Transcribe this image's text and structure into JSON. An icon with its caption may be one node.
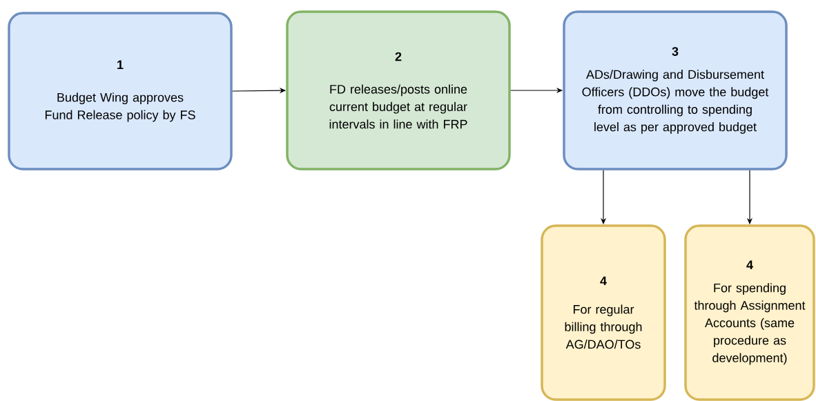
{
  "diagram": {
    "nodes": [
      {
        "text": [
          "1",
          "Budget Wing approves Fund Release policy by FS"
        ]
      },
      {
        "text": [
          "2",
          "FD releases/posts online current budget at regular intervals in line with FRP"
        ]
      },
      {
        "text": [
          "3",
          "ADs/Drawing and Disbursement Officers (DDOs) move the budget from controlling to spending level as per approved budget"
        ]
      },
      {
        "text": [
          "4",
          "For regular billing through AG/DAO/TOs"
        ]
      },
      {
        "text": [
          "4",
          "For spending through Assignment Accounts (same procedure as development)"
        ]
      }
    ],
    "edges": [
      {
        "from": 0,
        "to": 1,
        "arrow": "to"
      },
      {
        "from": 1,
        "to": 2,
        "arrow": "to"
      },
      {
        "from": 2,
        "to": 3,
        "arrow": "to"
      },
      {
        "from": 2,
        "to": 4,
        "arrow": "to"
      }
    ]
  }
}
